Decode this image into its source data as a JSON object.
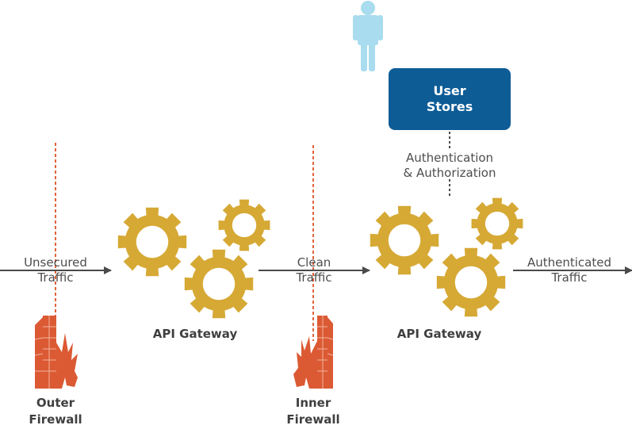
{
  "colors": {
    "gear": "#d6a935",
    "firewall": "#db5a34",
    "dash": "#e0633a",
    "user_box": "#0e5c96",
    "user_icon": "#a9dcee",
    "arrow": "#4a4a4a"
  },
  "user": {
    "icon": "person-icon"
  },
  "user_stores": {
    "line1": "User",
    "line2": "Stores"
  },
  "auth_label": {
    "line1": "Authentication",
    "line2": "& Authorization"
  },
  "flows": [
    {
      "line1": "Unsecured",
      "line2": "Traffic"
    },
    {
      "line1": "Clean",
      "line2": "Traffic"
    },
    {
      "line1": "Authenticated",
      "line2": "Traffic"
    }
  ],
  "gateways": [
    {
      "label": "API Gateway",
      "icon": "gears-icon"
    },
    {
      "label": "API Gateway",
      "icon": "gears-icon"
    }
  ],
  "firewalls": [
    {
      "line1": "Outer",
      "line2": "Firewall",
      "icon": "firewall-icon"
    },
    {
      "line1": "Inner",
      "line2": "Firewall",
      "icon": "firewall-icon"
    }
  ]
}
